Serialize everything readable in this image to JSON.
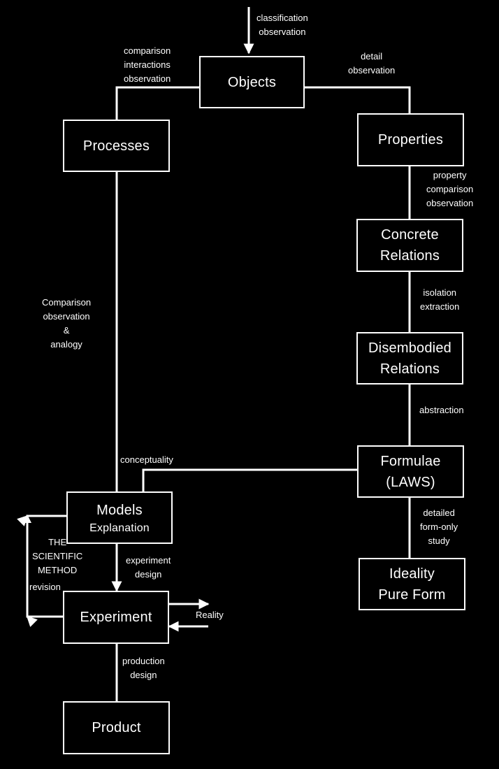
{
  "nodes": {
    "objects": "Objects",
    "processes": "Processes",
    "properties": "Properties",
    "concrete": [
      "Concrete",
      "Relations"
    ],
    "disembodied": [
      "Disembodied",
      "Relations"
    ],
    "formulae": [
      "Formulae",
      "(LAWS)"
    ],
    "ideality": [
      "Ideality",
      "Pure Form"
    ],
    "models": "Models",
    "models_sub": "Explanation",
    "experiment": "Experiment",
    "product": "Product"
  },
  "labels": {
    "classification": [
      "classification",
      "observation"
    ],
    "comparison_interactions": [
      "comparison",
      "interactions",
      "observation"
    ],
    "detail": [
      "detail",
      "observation"
    ],
    "property_comparison": [
      "property",
      "comparison",
      "observation"
    ],
    "comparison_analogy": [
      "Comparison",
      "observation",
      "&",
      "analogy"
    ],
    "isolation": [
      "isolation",
      "extraction"
    ],
    "abstraction": "abstraction",
    "conceptuality": "conceptuality",
    "detailed_form": [
      "detailed",
      "form-only",
      "study"
    ],
    "scientific_method": [
      "THE",
      "SCIENTIFIC",
      "METHOD"
    ],
    "revision": "revision",
    "experiment_design": [
      "experiment",
      "design"
    ],
    "reality": "Reality",
    "production_design": [
      "production",
      "design"
    ]
  },
  "colors": {
    "background": "#000000",
    "foreground": "#ffffff"
  }
}
